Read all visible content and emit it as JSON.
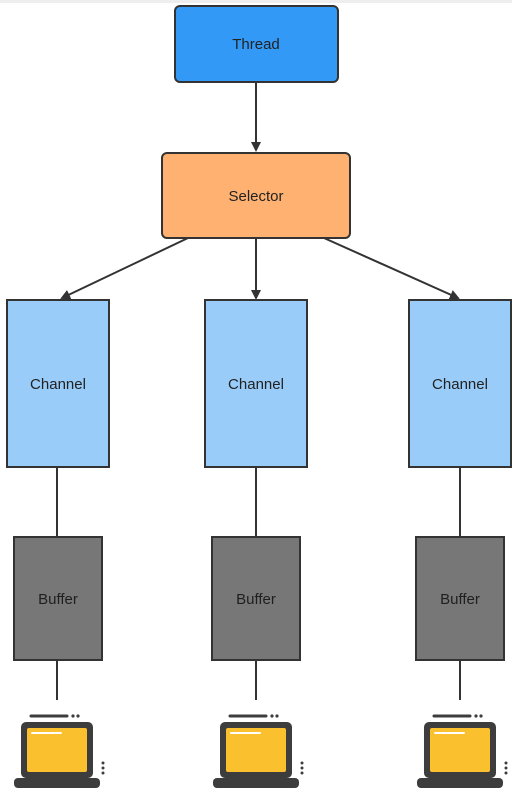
{
  "nodes": {
    "thread": {
      "label": "Thread",
      "color": "#3399f7"
    },
    "selector": {
      "label": "Selector",
      "color": "#ffb171"
    },
    "channels": [
      {
        "label": "Channel",
        "color": "#99ccf9"
      },
      {
        "label": "Channel",
        "color": "#99ccf9"
      },
      {
        "label": "Channel",
        "color": "#99ccf9"
      }
    ],
    "buffers": [
      {
        "label": "Buffer",
        "color": "#777777"
      },
      {
        "label": "Buffer",
        "color": "#777777"
      },
      {
        "label": "Buffer",
        "color": "#777777"
      }
    ],
    "devices": [
      {
        "icon": "laptop-icon"
      },
      {
        "icon": "laptop-icon"
      },
      {
        "icon": "laptop-icon"
      }
    ]
  },
  "colors": {
    "stroke": "#333333",
    "laptop_frame": "#3d3d3d",
    "laptop_screen": "#fbc02d"
  }
}
